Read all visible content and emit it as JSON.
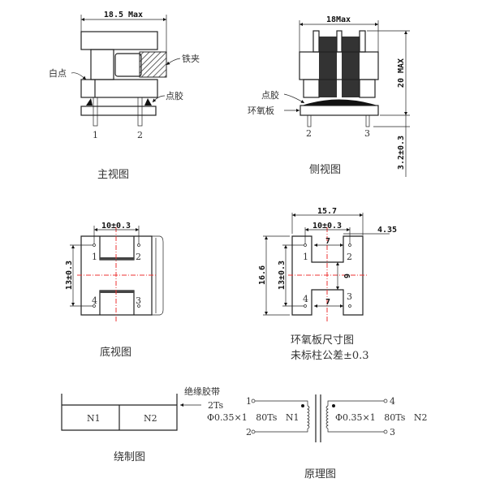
{
  "front_view": {
    "caption": "主视图",
    "width_dim": "18.5 Max",
    "label_white_dot": "白点",
    "label_clip": "铁夹",
    "label_glue": "点胶",
    "pin1": "1",
    "pin2": "2"
  },
  "side_view": {
    "caption": "侧视图",
    "width_dim": "18Max",
    "height_dim": "20 MAX",
    "pin_dim": "3.2±0.3",
    "label_glue": "点胶",
    "label_board": "环氧板",
    "pin2": "2",
    "pin3": "3"
  },
  "bottom_view": {
    "caption": "底视图",
    "pitch_x": "10±0.3",
    "pitch_y": "13±0.3",
    "pins": [
      "1",
      "2",
      "3",
      "4"
    ]
  },
  "board_view": {
    "caption": "环氧板尺寸图",
    "note": "未标柱公差±0.3",
    "width": "15.7",
    "pitch_x": "10±0.3",
    "offset": "4.35",
    "height": "16.6",
    "pitch_y": "13±0.3",
    "slot_w1": "7",
    "slot_w2": "7",
    "gap": "6",
    "pins": [
      "1",
      "2",
      "3",
      "4"
    ]
  },
  "winding": {
    "caption": "绕制图",
    "tape_label": "绝缘胶带",
    "tape_turns": "2Ts",
    "n1": "N1",
    "n2": "N2"
  },
  "schematic": {
    "caption": "原理图",
    "primary": "Φ0.35×1   80Ts   N1",
    "secondary": "Φ0.35×1   80Ts   N2",
    "pins": [
      "1",
      "2",
      "3",
      "4"
    ]
  }
}
